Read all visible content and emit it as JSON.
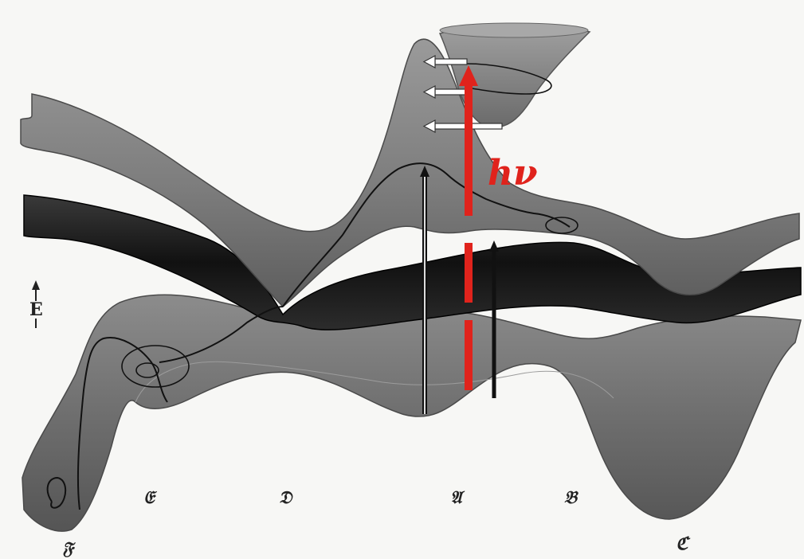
{
  "energy_axis_label": "E",
  "photon_label": "hν",
  "region_labels": {
    "F": "𝔉",
    "E": "𝔈",
    "D": "𝔇",
    "A": "𝔄",
    "B": "𝔅",
    "C": "ℭ"
  },
  "colors": {
    "background": "#f7f7f5",
    "surface_light": "#8a8a8a",
    "surface_mid": "#6e6e6e",
    "surface_dark": "#1e1e1e",
    "photon_arrow": "#e0231c",
    "trajectory": "#111111"
  }
}
